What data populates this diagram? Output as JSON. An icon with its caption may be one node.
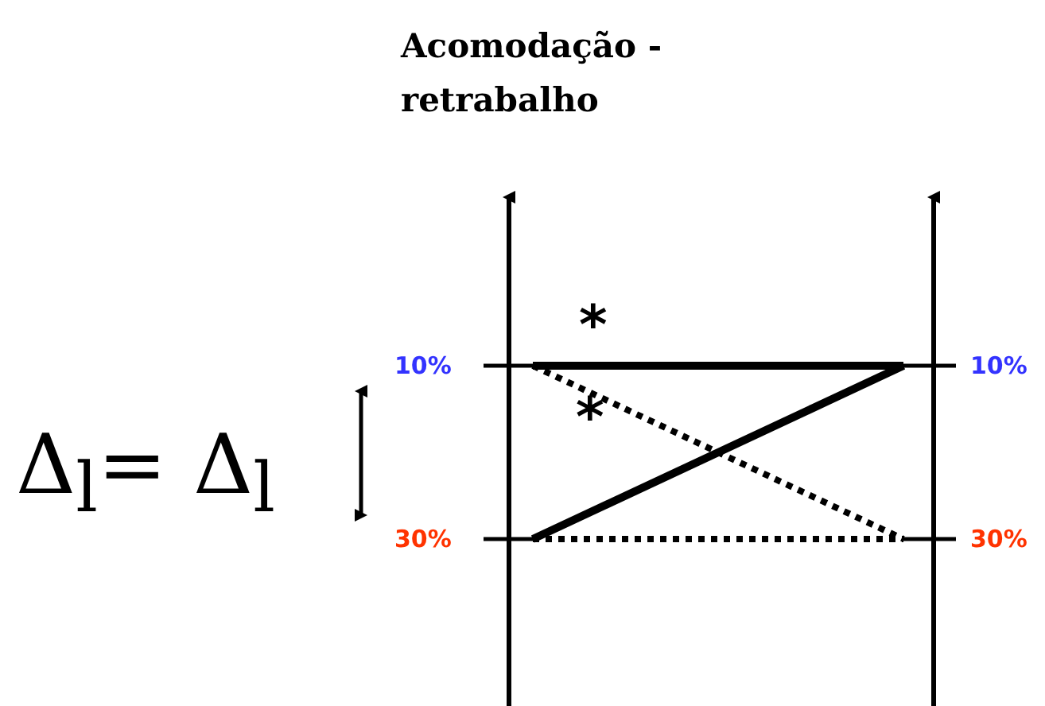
{
  "diagram": {
    "title": "Acomodação - retrabalho",
    "nodes": [
      {
        "text": [
          "10%"
        ]
      },
      {
        "text": [
          "30%"
        ]
      },
      {
        "text": [
          "10%"
        ]
      },
      {
        "text": [
          "30%"
        ]
      }
    ],
    "edges": [
      {
        "from": 0,
        "to": 2,
        "arrow": "none"
      },
      {
        "from": 1,
        "to": 2,
        "arrow": "none"
      },
      {
        "from": 0,
        "to": 3,
        "arrow": "none",
        "style": "dashed"
      },
      {
        "from": 1,
        "to": 3,
        "arrow": "none",
        "style": "dashed"
      }
    ],
    "labels": [
      "*",
      "*",
      "Δ$_{l}$= Δ$_{l}$"
    ]
  }
}
